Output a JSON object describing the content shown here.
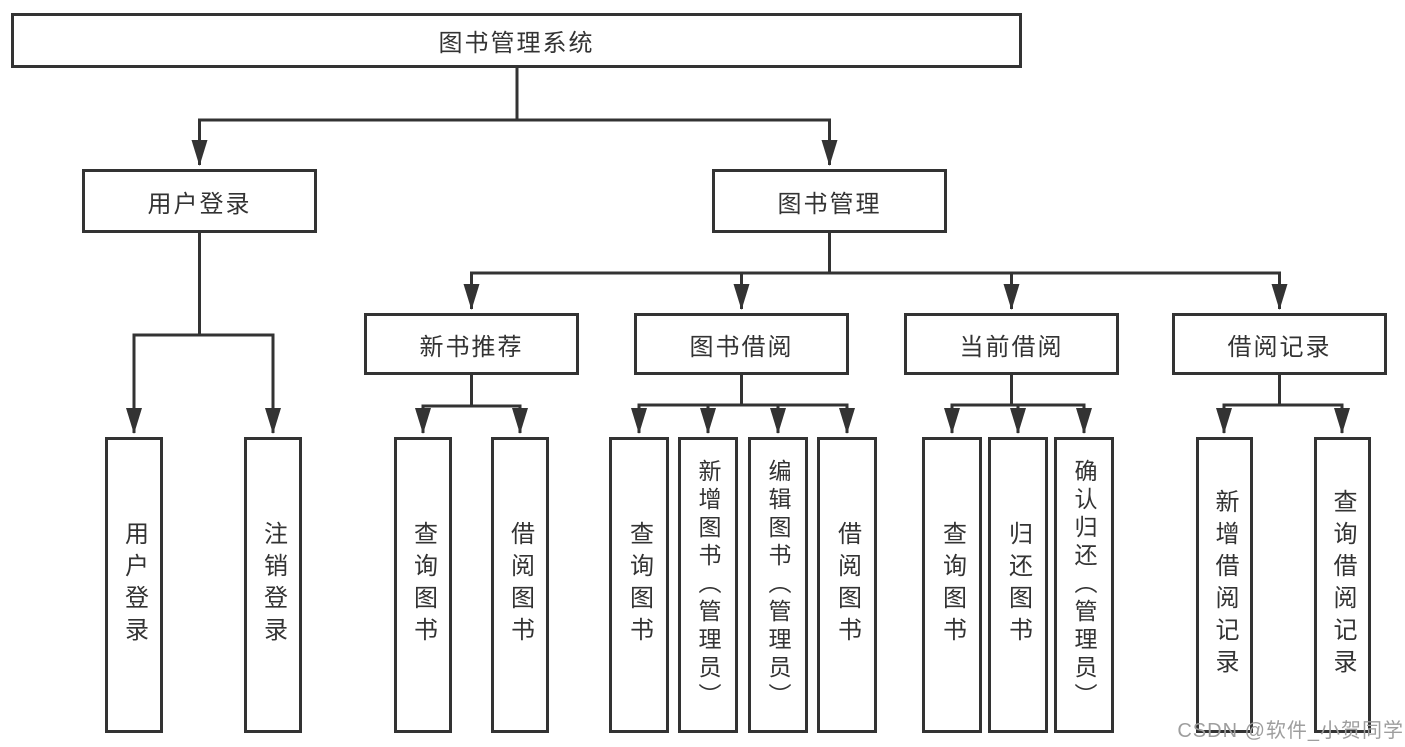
{
  "nodes": {
    "root": "图书管理系统",
    "user_login": "用户登录",
    "book_mgmt": "图书管理",
    "l3": [
      "新书推荐",
      "图书借阅",
      "当前借阅",
      "借阅记录"
    ],
    "user_login_children": [
      "用户登录",
      "注销登录"
    ],
    "new_book_children": [
      "查询图书",
      "借阅图书"
    ],
    "borrow_children": [
      "查询图书",
      "新增图书（管理员）",
      "编辑图书（管理员）",
      "借阅图书"
    ],
    "current_children": [
      "查询图书",
      "归还图书",
      "确认归还（管理员）"
    ],
    "records_children": [
      "新增借阅记录",
      "查询借阅记录"
    ]
  },
  "watermark": "CSDN @软件_小贺同学",
  "colors": {
    "line": "#333333",
    "text": "#333333",
    "watermark": "#9e9e9e",
    "background": "#ffffff"
  }
}
